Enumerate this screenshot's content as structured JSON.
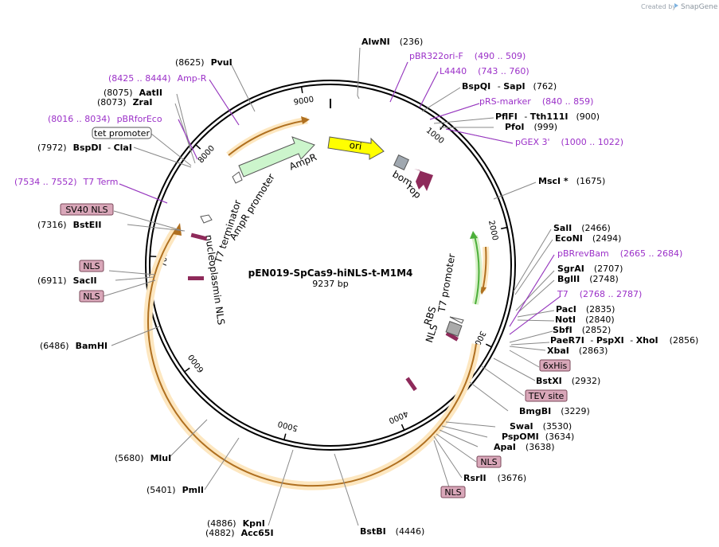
{
  "credit": {
    "prefix": "Created by",
    "brand": "SnapGene"
  },
  "plasmid": {
    "name": "pEN019-SpCas9-hiNLS-t-M1M4",
    "size": "9237 bp"
  },
  "ticks": [
    "1000",
    "2000",
    "3000",
    "4000",
    "5000",
    "6000",
    "7000",
    "8000",
    "9000"
  ],
  "enzymes": [
    {
      "name": "AlwNI",
      "pos": "(236)"
    },
    {
      "name": "BspQI",
      "name2": "SapI",
      "pos": "(762)"
    },
    {
      "name": "PflFI",
      "name2": "Tth111I",
      "pos": "(900)"
    },
    {
      "name": "PfoI",
      "pos": "(999)"
    },
    {
      "name": "MscI *",
      "pos": "(1675)"
    },
    {
      "name": "SalI",
      "pos": "(2466)"
    },
    {
      "name": "EcoNI",
      "pos": "(2494)"
    },
    {
      "name": "SgrAI",
      "pos": "(2707)"
    },
    {
      "name": "BglII",
      "pos": "(2748)"
    },
    {
      "name": "PacI",
      "pos": "(2835)"
    },
    {
      "name": "NotI",
      "pos": "(2840)"
    },
    {
      "name": "SbfI",
      "pos": "(2852)"
    },
    {
      "name": "PaeR7I",
      "name2": "PspXI",
      "name3": "XhoI",
      "pos": "(2856)"
    },
    {
      "name": "XbaI",
      "pos": "(2863)"
    },
    {
      "name": "BstXI",
      "pos": "(2932)"
    },
    {
      "name": "BmgBI",
      "pos": "(3229)"
    },
    {
      "name": "SwaI",
      "pos": "(3530)"
    },
    {
      "name": "PspOMI",
      "pos": "(3634)"
    },
    {
      "name": "ApaI",
      "pos": "(3638)"
    },
    {
      "name": "RsrII",
      "pos": "(3676)"
    },
    {
      "name": "BstBI",
      "pos": "(4446)"
    },
    {
      "name": "Acc65I",
      "pos": "(4882)"
    },
    {
      "name": "KpnI",
      "pos": "(4886)"
    },
    {
      "name": "PmlI",
      "pos": "(5401)"
    },
    {
      "name": "MluI",
      "pos": "(5680)"
    },
    {
      "name": "BamHI",
      "pos": "(6486)"
    },
    {
      "name": "SacII",
      "pos": "(6911)"
    },
    {
      "name": "BstEII",
      "pos": "(7316)"
    },
    {
      "name": "BspDI",
      "name2": "ClaI",
      "pos": "(7972)"
    },
    {
      "name": "ZraI",
      "pos": "(8073)"
    },
    {
      "name": "AatII",
      "pos": "(8075)"
    },
    {
      "name": "PvuI",
      "pos": "(8625)"
    }
  ],
  "primers": [
    {
      "name": "pBR322ori-F",
      "range": "(490 .. 509)"
    },
    {
      "name": "L4440",
      "range": "(743 .. 760)"
    },
    {
      "name": "pRS-marker",
      "range": "(840 .. 859)"
    },
    {
      "name": "pGEX 3'",
      "range": "(1000 .. 1022)"
    },
    {
      "name": "pBRrevBam",
      "range": "(2665 .. 2684)"
    },
    {
      "name": "T7",
      "range": "(2768 .. 2787)"
    },
    {
      "name": "T7 Term",
      "range": "(7534 .. 7552)"
    },
    {
      "name": "pBRforEco",
      "range": "(8016 .. 8034)"
    },
    {
      "name": "Amp-R",
      "range": "(8425 .. 8444)"
    }
  ],
  "boxes": {
    "tet_promoter": "tet promoter",
    "sv40_nls": "SV40 NLS",
    "nls_a": "NLS",
    "nls_b": "NLS",
    "his": "6xHis",
    "tev": "TEV site",
    "nls_c": "NLS",
    "nls_d": "NLS"
  },
  "features": {
    "ori": "ori",
    "ampr": "AmpR",
    "ampr_promoter": "AmpR promoter",
    "bom": "bom",
    "rop": "rop",
    "t7_terminator": "T7 terminator",
    "nucleoplasmin": "nucleoplasmin NLS",
    "t7_promoter": "T7 promoter",
    "rbs": "RBS",
    "nls": "NLS"
  },
  "colors": {
    "primer": "#9b30c8",
    "ori": "#ffff00",
    "ampr": "#ccf5cc",
    "orf": "#f0a040",
    "nls_box": "#d9a7b9",
    "rop": "#8e2a5a",
    "bom": "#a0a8b0",
    "promoter_green": "#4caf3a"
  }
}
